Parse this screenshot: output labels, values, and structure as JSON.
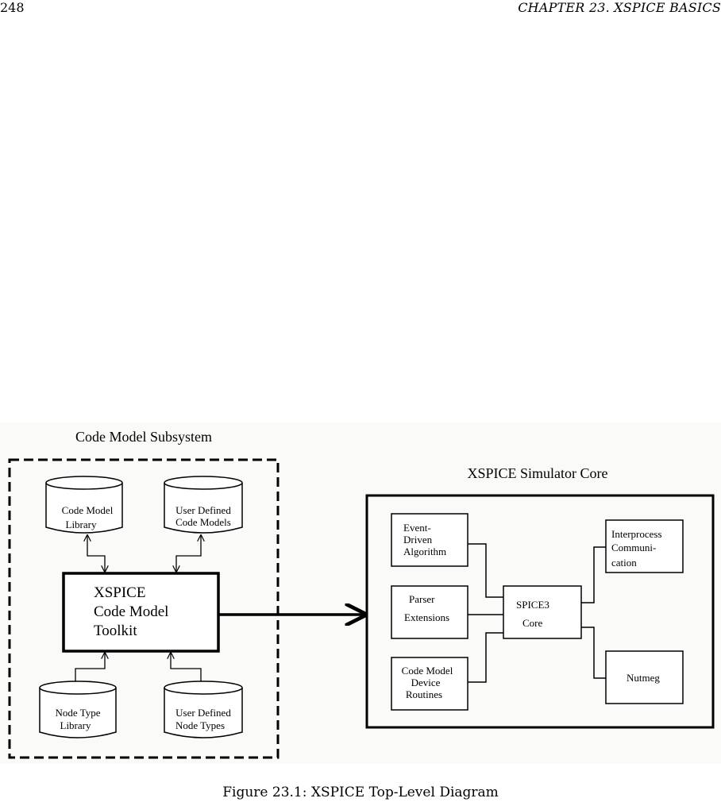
{
  "header": {
    "page_number": "248",
    "running_head": "CHAPTER 23.  XSPICE BASICS"
  },
  "diagram": {
    "code_model_subsystem": {
      "title": "Code Model Subsystem",
      "code_model_library": [
        "Code Model",
        "Library"
      ],
      "user_defined_code_models": [
        "User Defined",
        "Code Models"
      ],
      "toolkit": [
        "XSPICE",
        "Code Model",
        "Toolkit"
      ],
      "node_type_library": [
        "Node Type",
        "Library"
      ],
      "user_defined_node_types": [
        "User Defined",
        "Node Types"
      ]
    },
    "simulator_core": {
      "title": "XSPICE Simulator Core",
      "event_driven": [
        "Event-",
        "Driven",
        "Algorithm"
      ],
      "parser_extensions": [
        "Parser",
        "Extensions"
      ],
      "code_model_device_routines": [
        "Code Model",
        "Device",
        "Routines"
      ],
      "spice3_core": [
        "SPICE3",
        "Core"
      ],
      "interprocess_communication": [
        "Interprocess",
        "Communi-",
        "cation"
      ],
      "nutmeg": "Nutmeg"
    }
  },
  "caption": "Figure 23.1: XSPICE Top-Level Diagram"
}
